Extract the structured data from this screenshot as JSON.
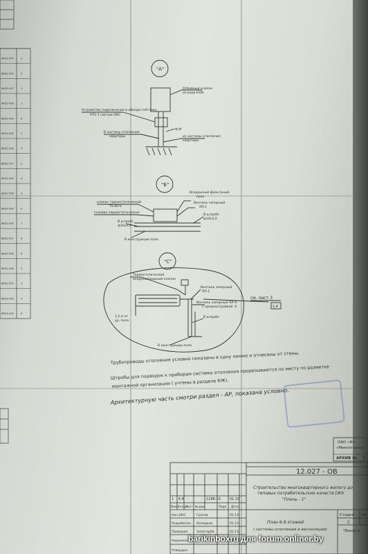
{
  "drawing": {
    "detail_a": {
      "label": "\"А\"",
      "call_top": "Отбойный клапан",
      "call_mid": "из ряда НОВ",
      "call_left": "Устройство подключения и обхода счётчика",
      "call_left2": "РЛ1-1 смотри ОВС",
      "call_bottom": "В систему отопления",
      "call_bottom2": "квартиры",
      "call_right": "Ф.М",
      "call_right2": "из системы отопления",
      "call_right3": "квартиры"
    },
    "detail_b": {
      "label": "\"Б\"",
      "call_top": "Воздушный фильтрный",
      "call_top2": "кран",
      "call_left": "клапан термостатический",
      "call_left2": "ТS-90-V",
      "call_left3": "головка термостатическая",
      "call_right": "Вентиль запорный",
      "call_right2": "ЯЛ-1",
      "call_pipe": "В штробе",
      "call_pipe2": "ф16х2,0",
      "call_pipe3": "В штробе",
      "call_pipe4": "ф16х2,0",
      "call_bottom": "В конструкции пола"
    },
    "detail_c": {
      "label": "\"С\"",
      "call_top": "Термостатический",
      "call_top2": "воздухоотводный клапан",
      "call_valve": "Вентиль запорный",
      "call_valve2": "ЯЛ-1",
      "call_valve3": "Вентиль запорный ЯЛ-5-",
      "call_valve4": "с преднастройкой ·4",
      "call_left": "1,2 м от",
      "call_left2": "ур. пола",
      "call_pipe": "В штробе",
      "call_floor": "В конструкции пола",
      "ref": "см. лист 3",
      "ref_sheet": "1,4"
    },
    "notes": [
      "Трубопроводы отопления условно показаны в одну линию и отнесены от стены.",
      "Штробы для подводок к приборам системы отопления прорезываются по месту по разметке",
      "монтажной организации ( учтены в разделе КЖ)."
    ],
    "handwritten_note": "Архитектурную часть смотри раздел - АР, показана условно."
  },
  "left_table": {
    "rows": [
      "ВКЗ2-505",
      "ВКЗ2-505",
      "ВКЗ2-507",
      "ВКЗ2-508",
      "ВКЗ2-504",
      "ВКЗ2-505",
      "ВКЗ2-506",
      "ВКЗ2-507",
      "ВКЗ2-505",
      "ВКЗ2-506",
      "ВКЗ2-504",
      "ВКЗ2-505",
      "ВКЗ2-507",
      "ВКЗ2-508",
      "ВКЗ2-506",
      "ВКЗ2-505",
      "ВКЗ2-504",
      "ВКЗ2-505"
    ],
    "qty": [
      "2",
      "5",
      "5",
      "1",
      "6",
      "2",
      "4",
      "2",
      "4",
      "4",
      "2",
      "1",
      "6",
      "6",
      "5",
      "3",
      "4",
      "6"
    ]
  },
  "stamp": {
    "org": "ОАО «Ин",
    "org2": "«Минскгражд",
    "archive": "АРХИВ №",
    "archive_no": "5"
  },
  "title_block": {
    "code": "12.027 - ОВ",
    "title": "Строительство многоквартирного жилого до",
    "title2": "типовых потребительских качеств [ЖК",
    "title3": "\"Плачь - 1\"",
    "sheet_title": "План 6-9 этажей",
    "sheet_title2": "( системы отопления и вентиляции)",
    "stage_label": "Стадия",
    "sheet_label": "Ли",
    "stage": "С",
    "org_small": "\"Минскгр",
    "rows": [
      "Нач.ОНС",
      "Разработал",
      "Проверил",
      "Нормоконтр.",
      "Утвердил"
    ],
    "names": [
      "Грегов",
      "Холодков",
      "Золотарёв",
      "",
      ""
    ],
    "dates": [
      "01.15",
      "01.15",
      "01.15",
      "01.15",
      ""
    ],
    "change_row": [
      "1",
      "б.4",
      "-",
      "1188-15",
      "01.15"
    ],
    "change_head": [
      "Изм",
      "Кол.уч",
      "Лист",
      "№ док.",
      "Подп",
      "Дата"
    ]
  },
  "watermark": "barikinboxru для forum.onliner.by"
}
